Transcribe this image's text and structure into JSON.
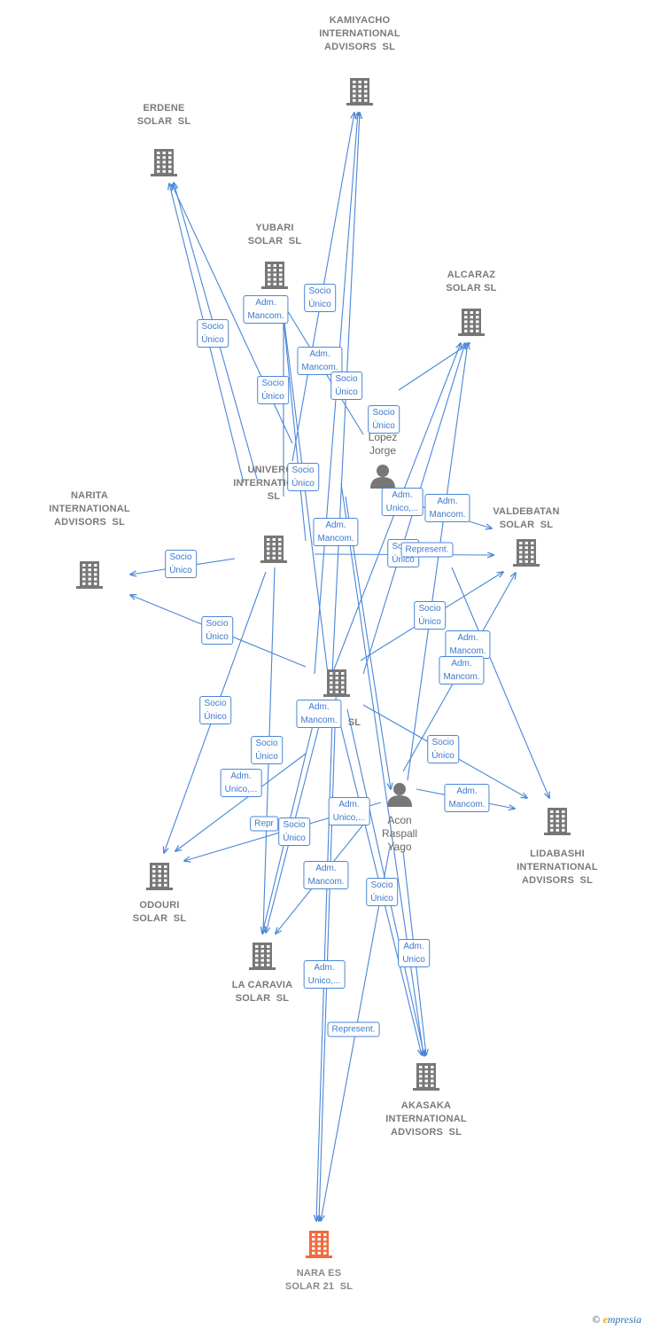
{
  "colors": {
    "edge": "#4a86d8",
    "company": "#777777",
    "target": "#f26a3c",
    "person": "#777777"
  },
  "companies": [
    {
      "id": "kamiyacho",
      "label": "KAMIYACHO\nINTERNATIONAL\nADVISORS  SL"
    },
    {
      "id": "erdene",
      "label": "ERDENE\nSOLAR  SL"
    },
    {
      "id": "yubari",
      "label": "YUBARI\nSOLAR  SL"
    },
    {
      "id": "alcaraz",
      "label": "ALCARAZ\nSOLAR SL"
    },
    {
      "id": "univergy",
      "label": "UNIVERGY\nINTERNATIONAL\nSL"
    },
    {
      "id": "narita",
      "label": "NARITA\nINTERNATIONAL\nADVISORS  SL"
    },
    {
      "id": "valdebatan",
      "label": "VALDEBATAN\nSOLAR  SL"
    },
    {
      "id": "center",
      "label": "SL"
    },
    {
      "id": "lidabashi",
      "label": "LIDABASHI\nINTERNATIONAL\nADVISORS  SL"
    },
    {
      "id": "odouri",
      "label": "ODOURI\nSOLAR  SL"
    },
    {
      "id": "lacaravia",
      "label": "LA CARAVIA\nSOLAR  SL"
    },
    {
      "id": "akasaka",
      "label": "AKASAKA\nINTERNATIONAL\nADVISORS  SL"
    },
    {
      "id": "nara",
      "label": "NARA ES\nSOLAR 21  SL",
      "target": true
    }
  ],
  "persons": [
    {
      "id": "mlopez",
      "label": "M\nLopez\nJorge"
    },
    {
      "id": "acon",
      "label": "Acon\nRaspall\nYago"
    }
  ],
  "edge_labels": [
    {
      "text": "Socio\nÚnico"
    },
    {
      "text": "Adm.\nMancom."
    },
    {
      "text": "Socio\nÚnico"
    },
    {
      "text": "Socio\nÚnico"
    },
    {
      "text": "Adm.\nMancom."
    },
    {
      "text": "Socio\nÚnico"
    },
    {
      "text": "Socio\nÚnico"
    },
    {
      "text": "Socio\nÚnico"
    },
    {
      "text": "Socio\nÚnico"
    },
    {
      "text": "Adm.\nUnico,..."
    },
    {
      "text": "Adm.\nMancom."
    },
    {
      "text": "Adm.\nMancom."
    },
    {
      "text": "Socio\nÚnico"
    },
    {
      "text": "Represent."
    },
    {
      "text": "Socio\nÚnico"
    },
    {
      "text": "Socio\nÚnico"
    },
    {
      "text": "Adm.\nMancom."
    },
    {
      "text": "Adm.\nMancom."
    },
    {
      "text": "Socio\nÚnico"
    },
    {
      "text": "Adm.\nMancom."
    },
    {
      "text": "Socio\nÚnico"
    },
    {
      "text": "Socio\nÚnico"
    },
    {
      "text": "Adm.\nUnico,..."
    },
    {
      "text": "Adm.\nMancom."
    },
    {
      "text": "Repr"
    },
    {
      "text": "Socio\nÚnico"
    },
    {
      "text": "Adm.\nUnico,..."
    },
    {
      "text": "Adm.\nMancom."
    },
    {
      "text": "Socio\nÚnico"
    },
    {
      "text": "Adm.\nUnico"
    },
    {
      "text": "Adm.\nUnico,..."
    },
    {
      "text": "Represent."
    }
  ],
  "footer": {
    "copyright_symbol": "©",
    "brand_e": "e",
    "brand_rest": "mpresia"
  }
}
